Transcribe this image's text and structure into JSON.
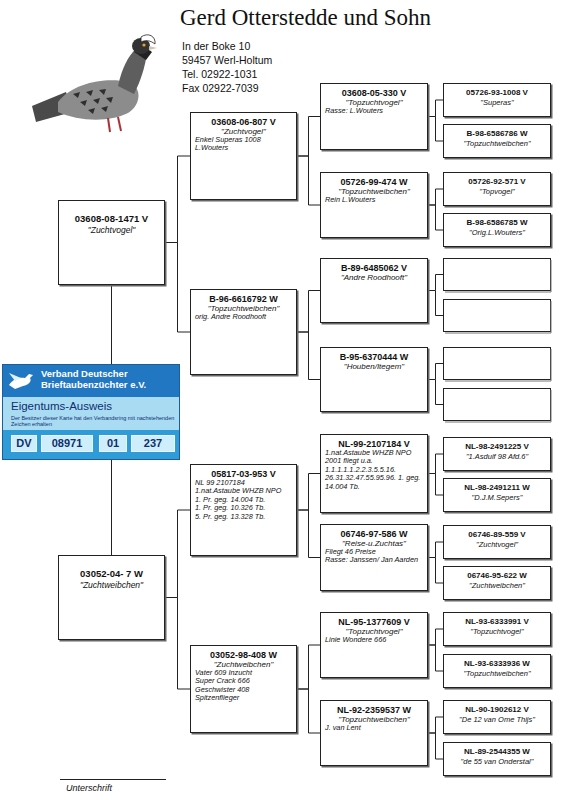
{
  "diagram": {
    "title": "Gerd Otterstedde und Sohn",
    "nodes": [
      {
        "text": [
          "03608-08-1471 V",
          "\"Zuchtvogel\""
        ]
      },
      {
        "text": [
          "Verband Deutscher Brieftaubenzüchter e.V.",
          "Eigentums-Ausweis",
          "Der Besitzer dieser Karte hat den Verbandsring mit nachstehenden Zeichen erhalten",
          "DV",
          "08971",
          "01",
          "237"
        ]
      },
      {
        "text": [
          "03052-04- 7 W",
          "\"Zuchtweibchen\""
        ]
      },
      {
        "text": [
          "03608-06-807 V",
          "\"Zuchtvogel\"",
          "Enkel Superas 1008",
          "L.Wouters"
        ]
      },
      {
        "text": [
          "B-96-6616792 W",
          "\"Topzuchtweibchen\"",
          "orig. Andre Roodhooft"
        ]
      },
      {
        "text": [
          "05817-03-953 V",
          "NL 99 2107184",
          "1.nat.Astaube WHZB NPO",
          "1. Pr. geg. 14.004 Tb.",
          "1. Pr. geg. 10.326 Tb.",
          "5. Pr. geg. 13.328 Tb."
        ]
      },
      {
        "text": [
          "03052-98-408 W",
          "\"Zuchtweibchen\"",
          "Vater 609 Inzucht",
          "Super Crack 666",
          "Geschwister 408",
          "Spitzenflieger"
        ]
      },
      {
        "text": [
          "03608-05-330 V",
          "\"Topzuchtvogel\"",
          "Rasse: L.Wouters"
        ]
      },
      {
        "text": [
          "05726-99-474 W",
          "\"Topzuchtweibchen\"",
          "Rein L.Wouters"
        ]
      },
      {
        "text": [
          "B-89-6485062 V",
          "\"Andre Roodhooft\""
        ]
      },
      {
        "text": [
          "B-95-6370444 W",
          "\"Houben/Itegem\""
        ]
      },
      {
        "text": [
          "NL-99-2107184 V",
          "1.nat.Astaube WHZB NPO 2001 fliegt u.a. 1.1.1.1.1.2.2.3.5.5.16. 26.31.32.47.55.95.96. 1. geg. 14.004 Tb."
        ]
      },
      {
        "text": [
          "06746-97-586 W",
          "\"Reise-u.Zuchtas\"",
          "Fliegt 46 Preise",
          "Rasse: Janssen/ Jan Aarden"
        ]
      },
      {
        "text": [
          "NL-95-1377609 V",
          "\"Topzuchtvogel\"",
          "Linie Wondere 666"
        ]
      },
      {
        "text": [
          "NL-92-2359537 W",
          "\"Topzuchtweibchen\"",
          "J. van Lent"
        ]
      },
      {
        "text": [
          "05726-93-1008 V",
          "\"Superas\""
        ]
      },
      {
        "text": [
          "B-98-6586786 W",
          "\"Topzuchtweibchen\""
        ]
      },
      {
        "text": [
          "05726-92-571 V",
          "\"Topvogel\""
        ]
      },
      {
        "text": [
          "B-98-6586785 W",
          "\"Orig.L.Wouters\""
        ]
      },
      {
        "text": [
          "NL-98-2491225 V",
          "\"1.Asduif 98 Afd.6\""
        ]
      },
      {
        "text": [
          "NL-98-2491211 W",
          "\"D.J.M.Sepers\""
        ]
      },
      {
        "text": [
          "06746-89-559 V",
          "\"Zuchtvogel\""
        ]
      },
      {
        "text": [
          "06746-95-622 W",
          "\"Zuchtweibchen\""
        ]
      },
      {
        "text": [
          "NL-93-6333991 V",
          "\"Topzuchtvogel\""
        ]
      },
      {
        "text": [
          "NL-93-6333936 W",
          "\"Topzuchtweibchen\""
        ]
      },
      {
        "text": [
          "NL-90-1902612 V",
          "\"De 12 van Ome Thijs\""
        ]
      },
      {
        "text": [
          "NL-89-2544355 W",
          "\"de 55 van Onderstal\""
        ]
      }
    ],
    "edges": [
      {
        "from": 0,
        "to": 2,
        "arrow": "none"
      },
      {
        "from": 0,
        "to": 3,
        "arrow": "none"
      },
      {
        "from": 0,
        "to": 4,
        "arrow": "none"
      },
      {
        "from": 2,
        "to": 5,
        "arrow": "none"
      },
      {
        "from": 2,
        "to": 6,
        "arrow": "none"
      },
      {
        "from": 3,
        "to": 7,
        "arrow": "none"
      },
      {
        "from": 3,
        "to": 8,
        "arrow": "none"
      },
      {
        "from": 4,
        "to": 9,
        "arrow": "none"
      },
      {
        "from": 4,
        "to": 10,
        "arrow": "none"
      },
      {
        "from": 5,
        "to": 11,
        "arrow": "none"
      },
      {
        "from": 5,
        "to": 12,
        "arrow": "none"
      },
      {
        "from": 6,
        "to": 13,
        "arrow": "none"
      },
      {
        "from": 6,
        "to": 14,
        "arrow": "none"
      },
      {
        "from": 7,
        "to": 15,
        "arrow": "none"
      },
      {
        "from": 7,
        "to": 16,
        "arrow": "none"
      },
      {
        "from": 8,
        "to": 17,
        "arrow": "none"
      },
      {
        "from": 8,
        "to": 18,
        "arrow": "none"
      },
      {
        "from": 11,
        "to": 19,
        "arrow": "none"
      },
      {
        "from": 11,
        "to": 20,
        "arrow": "none"
      },
      {
        "from": 12,
        "to": 21,
        "arrow": "none"
      },
      {
        "from": 12,
        "to": 22,
        "arrow": "none"
      },
      {
        "from": 13,
        "to": 23,
        "arrow": "none"
      },
      {
        "from": 13,
        "to": 24,
        "arrow": "none"
      },
      {
        "from": 14,
        "to": 25,
        "arrow": "none"
      },
      {
        "from": 14,
        "to": 26,
        "arrow": "none"
      }
    ],
    "labels": [
      "In der Boke 10",
      "59457 Werl-Holtum",
      "Tel. 02922-1031",
      "Fax 02922-7039",
      "Unterschrift"
    ]
  }
}
